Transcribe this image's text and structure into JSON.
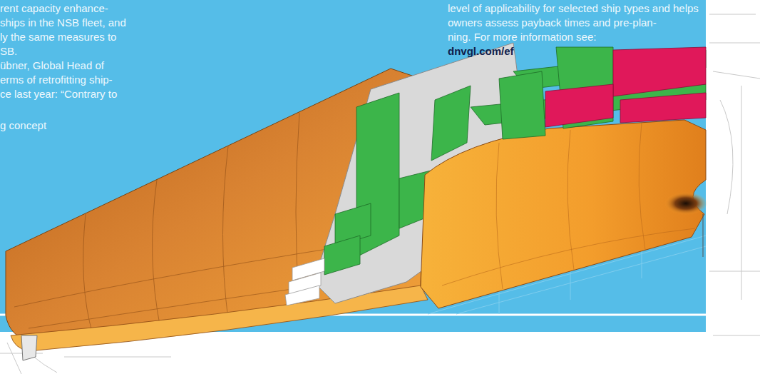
{
  "diagram": {
    "labels": [
      "rent capacity enhance-",
      "ships in the NSB fleet, and",
      "ly the same measures to",
      "SB.",
      "übner, Global Head of",
      "erms of retrofitting ship-",
      "ce last year: “Contrary to",
      "g concept",
      "level of applicability for selected ship types and helps",
      "owners assess payback times and pre-plan-",
      "ning. For more information see:",
      "dnvgl.com/ef"
    ]
  }
}
